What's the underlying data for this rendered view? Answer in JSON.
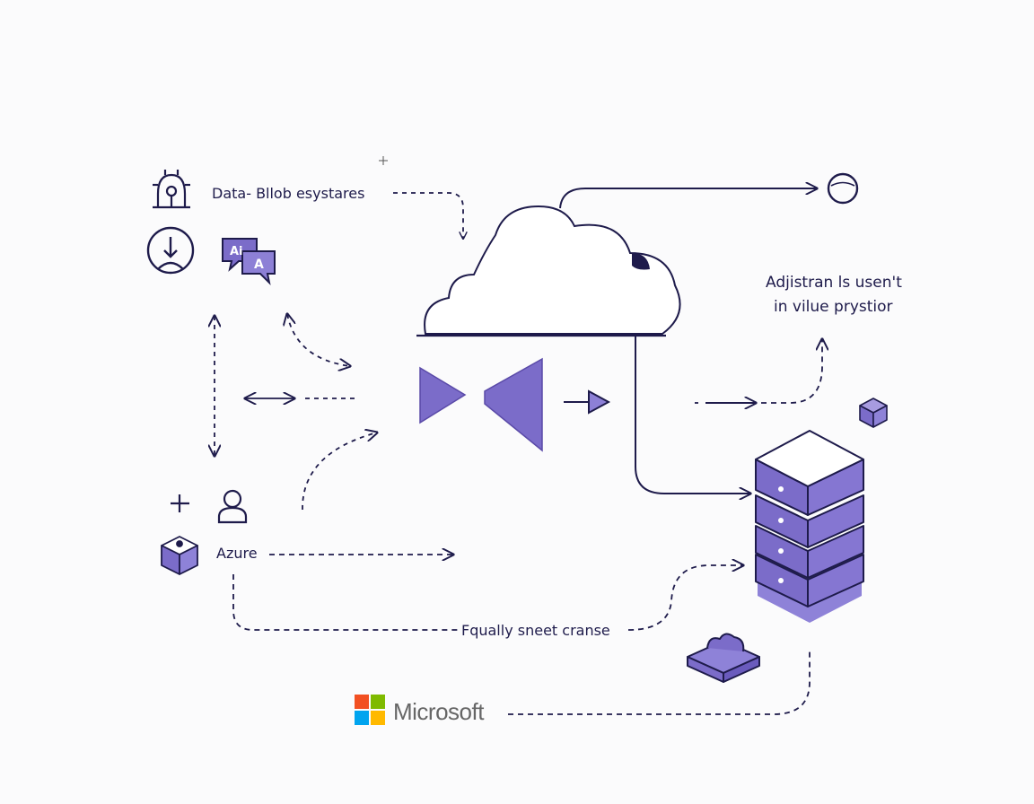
{
  "labels": {
    "blob": "Data- Bllob esystares",
    "azure": "Azure",
    "bottom_flow": "Fqually sneet cranse",
    "note_line1": "Adjistran ls usen't",
    "note_line2": "in vilue prystior",
    "brand": "Microsoft",
    "chat_glyph_1": "Ai",
    "chat_glyph_2": "A"
  },
  "colors": {
    "ink": "#1e1b4b",
    "accent": "#7b6cc9",
    "accent_dark": "#5a4aa8",
    "accent_light": "#a79be0",
    "ms_red": "#f25022",
    "ms_green": "#7fba00",
    "ms_blue": "#00a4ef",
    "ms_yellow": "#ffb900"
  },
  "icons": [
    "ai-chip-icon",
    "download-user-icon",
    "chat-translate-icon",
    "user-icon",
    "plus-icon",
    "cube-icon",
    "cloud-icon",
    "circle-node-icon",
    "play-icon",
    "server-stack-icon",
    "platform-icon",
    "microsoft-logo-icon"
  ]
}
